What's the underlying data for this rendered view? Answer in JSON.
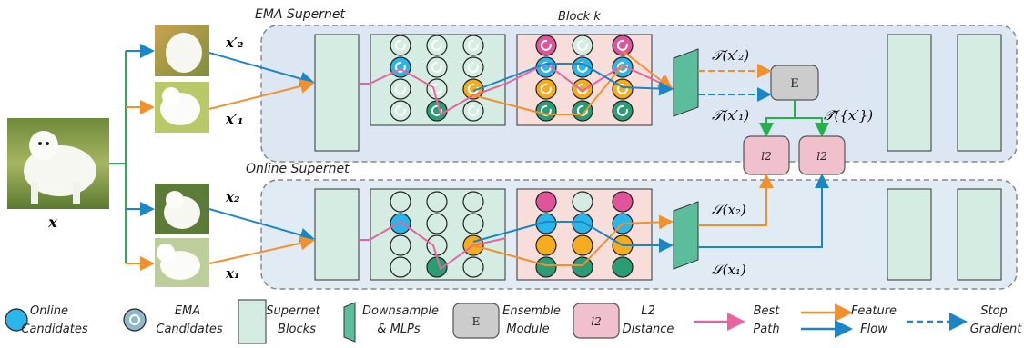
{
  "labels": {
    "ema_supernet": "EMA Supernet",
    "online_supernet": "Online Supernet",
    "block_k": "Block k",
    "ensemble_letter": "E",
    "l2_letter": "l2",
    "x_main": "x",
    "x2_prime": "x′₂",
    "x1_prime": "x′₁",
    "x2": "x₂",
    "x1": "x₁",
    "t_x2p": "𝒯(x′₂)",
    "t_x1p": "𝒯(x′₁)",
    "t_hat": "𝒯̂({x′})",
    "s_x2": "𝒮(x₂)",
    "s_x1": "𝒮(x₁)"
  },
  "legend": {
    "online_candidates": [
      "Online",
      "Candidates"
    ],
    "ema_candidates": [
      "EMA",
      "Candidates"
    ],
    "supernet_blocks": [
      "Supernet",
      "Blocks"
    ],
    "downsample": [
      "Downsample",
      "& MLPs"
    ],
    "ensemble": [
      "Ensemble",
      "Module"
    ],
    "l2": [
      "L2",
      "Distance"
    ],
    "best_path": [
      "Best",
      "Path"
    ],
    "feature_flow": [
      "Feature",
      "Flow"
    ],
    "stop_gradient": [
      "Stop",
      "Gradient"
    ]
  },
  "colors": {
    "online_blue": "#2bb6ea",
    "ema_blue": "#8fb8cc",
    "supernet_block": "#d4ece2",
    "downsample": "#5cbd9d",
    "ensemble": "#cccccc",
    "l2": "#f0c0cc",
    "best_path": "#e8639f",
    "feature_orange": "#f0912e",
    "flow_blue": "#1a86c7",
    "arrow_green": "#22b24c",
    "pink_candidate": "#e0559a",
    "orange_candidate": "#f5ac1e",
    "green_candidate": "#2a9d75",
    "light_candidate": "#d4ece2"
  }
}
